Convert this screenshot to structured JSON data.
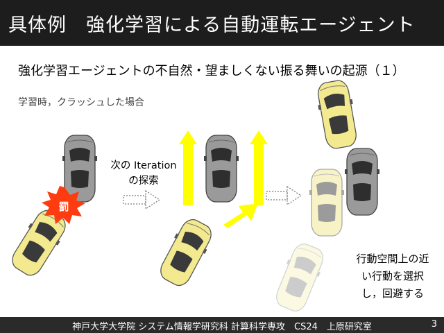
{
  "slide": {
    "title": "具体例　強化学習による自動運転エージェント",
    "subtitle": "強化学習エージェントの不自然・望ましくない振る舞いの起源（１）",
    "caption": "学習時，クラッシュした場合",
    "penalty_label": "罰",
    "middle_label_line1": "次の Iteration",
    "middle_label_line2": "の探索",
    "right_label_line1": "行動空間上の近",
    "right_label_line2": "い行動を選択",
    "right_label_line3": "し，回避する",
    "footer": "神戸大学大学院 システム情報学研究科 計算科学専攻　CS24　上原研究室",
    "page_number": "3"
  },
  "colors": {
    "title_bar": "#1d1d1d",
    "agent_car": "#f3e98f",
    "obstacle_car": "#9a9a9a",
    "arrow": "#ffff00",
    "penalty_burst": "#ff3b10"
  }
}
